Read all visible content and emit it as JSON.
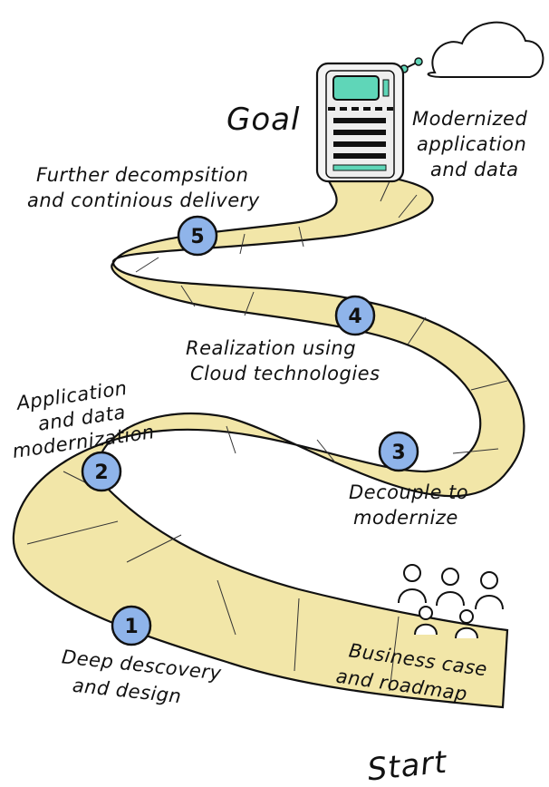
{
  "goal": {
    "label": "Goal",
    "description_lines": [
      "Modernized",
      "application",
      "and data"
    ]
  },
  "start": {
    "label": "Start",
    "description_lines": [
      "Business case",
      "and roadmap"
    ]
  },
  "steps": [
    {
      "number": "1",
      "lines": [
        "Deep descovery",
        "and design"
      ]
    },
    {
      "number": "2",
      "lines": [
        "Application",
        "and data",
        "modernization"
      ]
    },
    {
      "number": "3",
      "lines": [
        "Decouple to",
        "modernize"
      ]
    },
    {
      "number": "4",
      "lines": [
        "Realization using",
        "Cloud technologies"
      ]
    },
    {
      "number": "5",
      "lines": [
        "Further decompsition",
        "and continious delivery"
      ]
    }
  ],
  "colors": {
    "road": "#f2e6a8",
    "outline": "#111111",
    "marker": "#8fb4ea",
    "screen": "#5fd6b8",
    "server": "#f4f4f4"
  },
  "icons": [
    "cloud-icon",
    "server-icon",
    "people-icon"
  ]
}
